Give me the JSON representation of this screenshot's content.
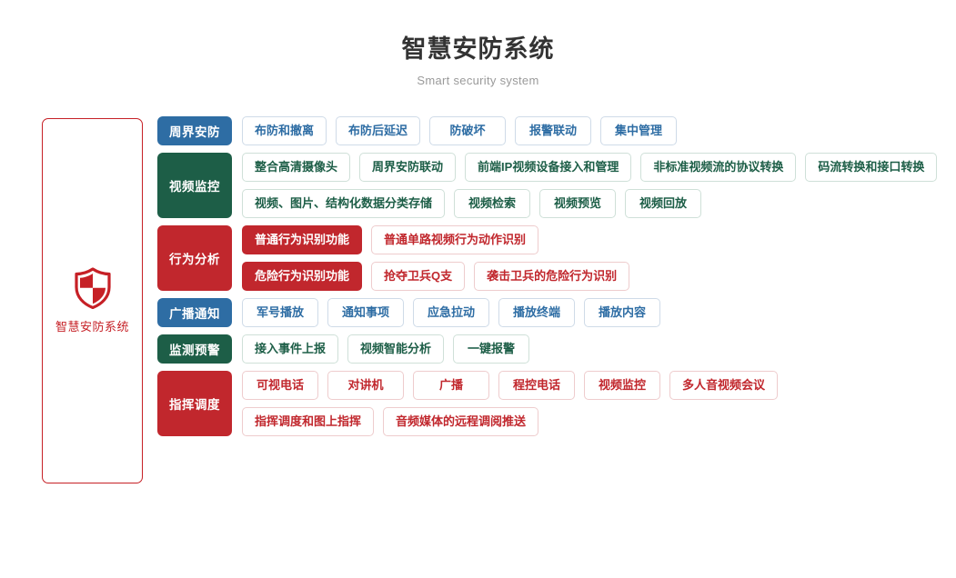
{
  "header": {
    "title": "智慧安防系统",
    "subtitle": "Smart security system"
  },
  "brand": {
    "icon": "shield-icon",
    "label": "智慧安防系统",
    "border_color": "#c62026",
    "text_color": "#c62026"
  },
  "palette": {
    "blue": "#2e6da4",
    "green": "#1d5e47",
    "red": "#c1272d",
    "title_gray": "#333333",
    "subtitle_gray": "#9a9a9a"
  },
  "rows": [
    {
      "category": "周界安防",
      "color": "blue",
      "lines": [
        [
          "布防和撤离",
          "布防后延迟",
          "防破坏",
          "报警联动",
          "集中管理"
        ]
      ]
    },
    {
      "category": "视频监控",
      "color": "green",
      "lines": [
        [
          "整合高清摄像头",
          "周界安防联动",
          "前端IP视频设备接入和管理",
          "非标准视频流的协议转换",
          "码流转换和接口转换"
        ],
        [
          "视频、图片、结构化数据分类存储",
          "视频检索",
          "视频预览",
          "视频回放"
        ]
      ]
    },
    {
      "category": "行为分析",
      "color": "red",
      "lines": [
        [
          "普通行为识别功能",
          "普通单路视频行为动作识别"
        ],
        [
          "危险行为识别功能",
          "抢夺卫兵Q支",
          "袭击卫兵的危险行为识别"
        ]
      ],
      "solid_first_of_line": true
    },
    {
      "category": "广播通知",
      "color": "blue",
      "lines": [
        [
          "军号播放",
          "通知事项",
          "应急拉动",
          "播放终端",
          "播放内容"
        ]
      ]
    },
    {
      "category": "监测预警",
      "color": "green",
      "lines": [
        [
          "接入事件上报",
          "视频智能分析",
          "一键报警"
        ]
      ]
    },
    {
      "category": "指挥调度",
      "color": "red",
      "lines": [
        [
          "可视电话",
          "对讲机",
          "广播",
          "程控电话",
          "视频监控",
          "多人音视频会议"
        ],
        [
          "指挥调度和图上指挥",
          "音频媒体的远程调阅推送"
        ]
      ]
    }
  ]
}
